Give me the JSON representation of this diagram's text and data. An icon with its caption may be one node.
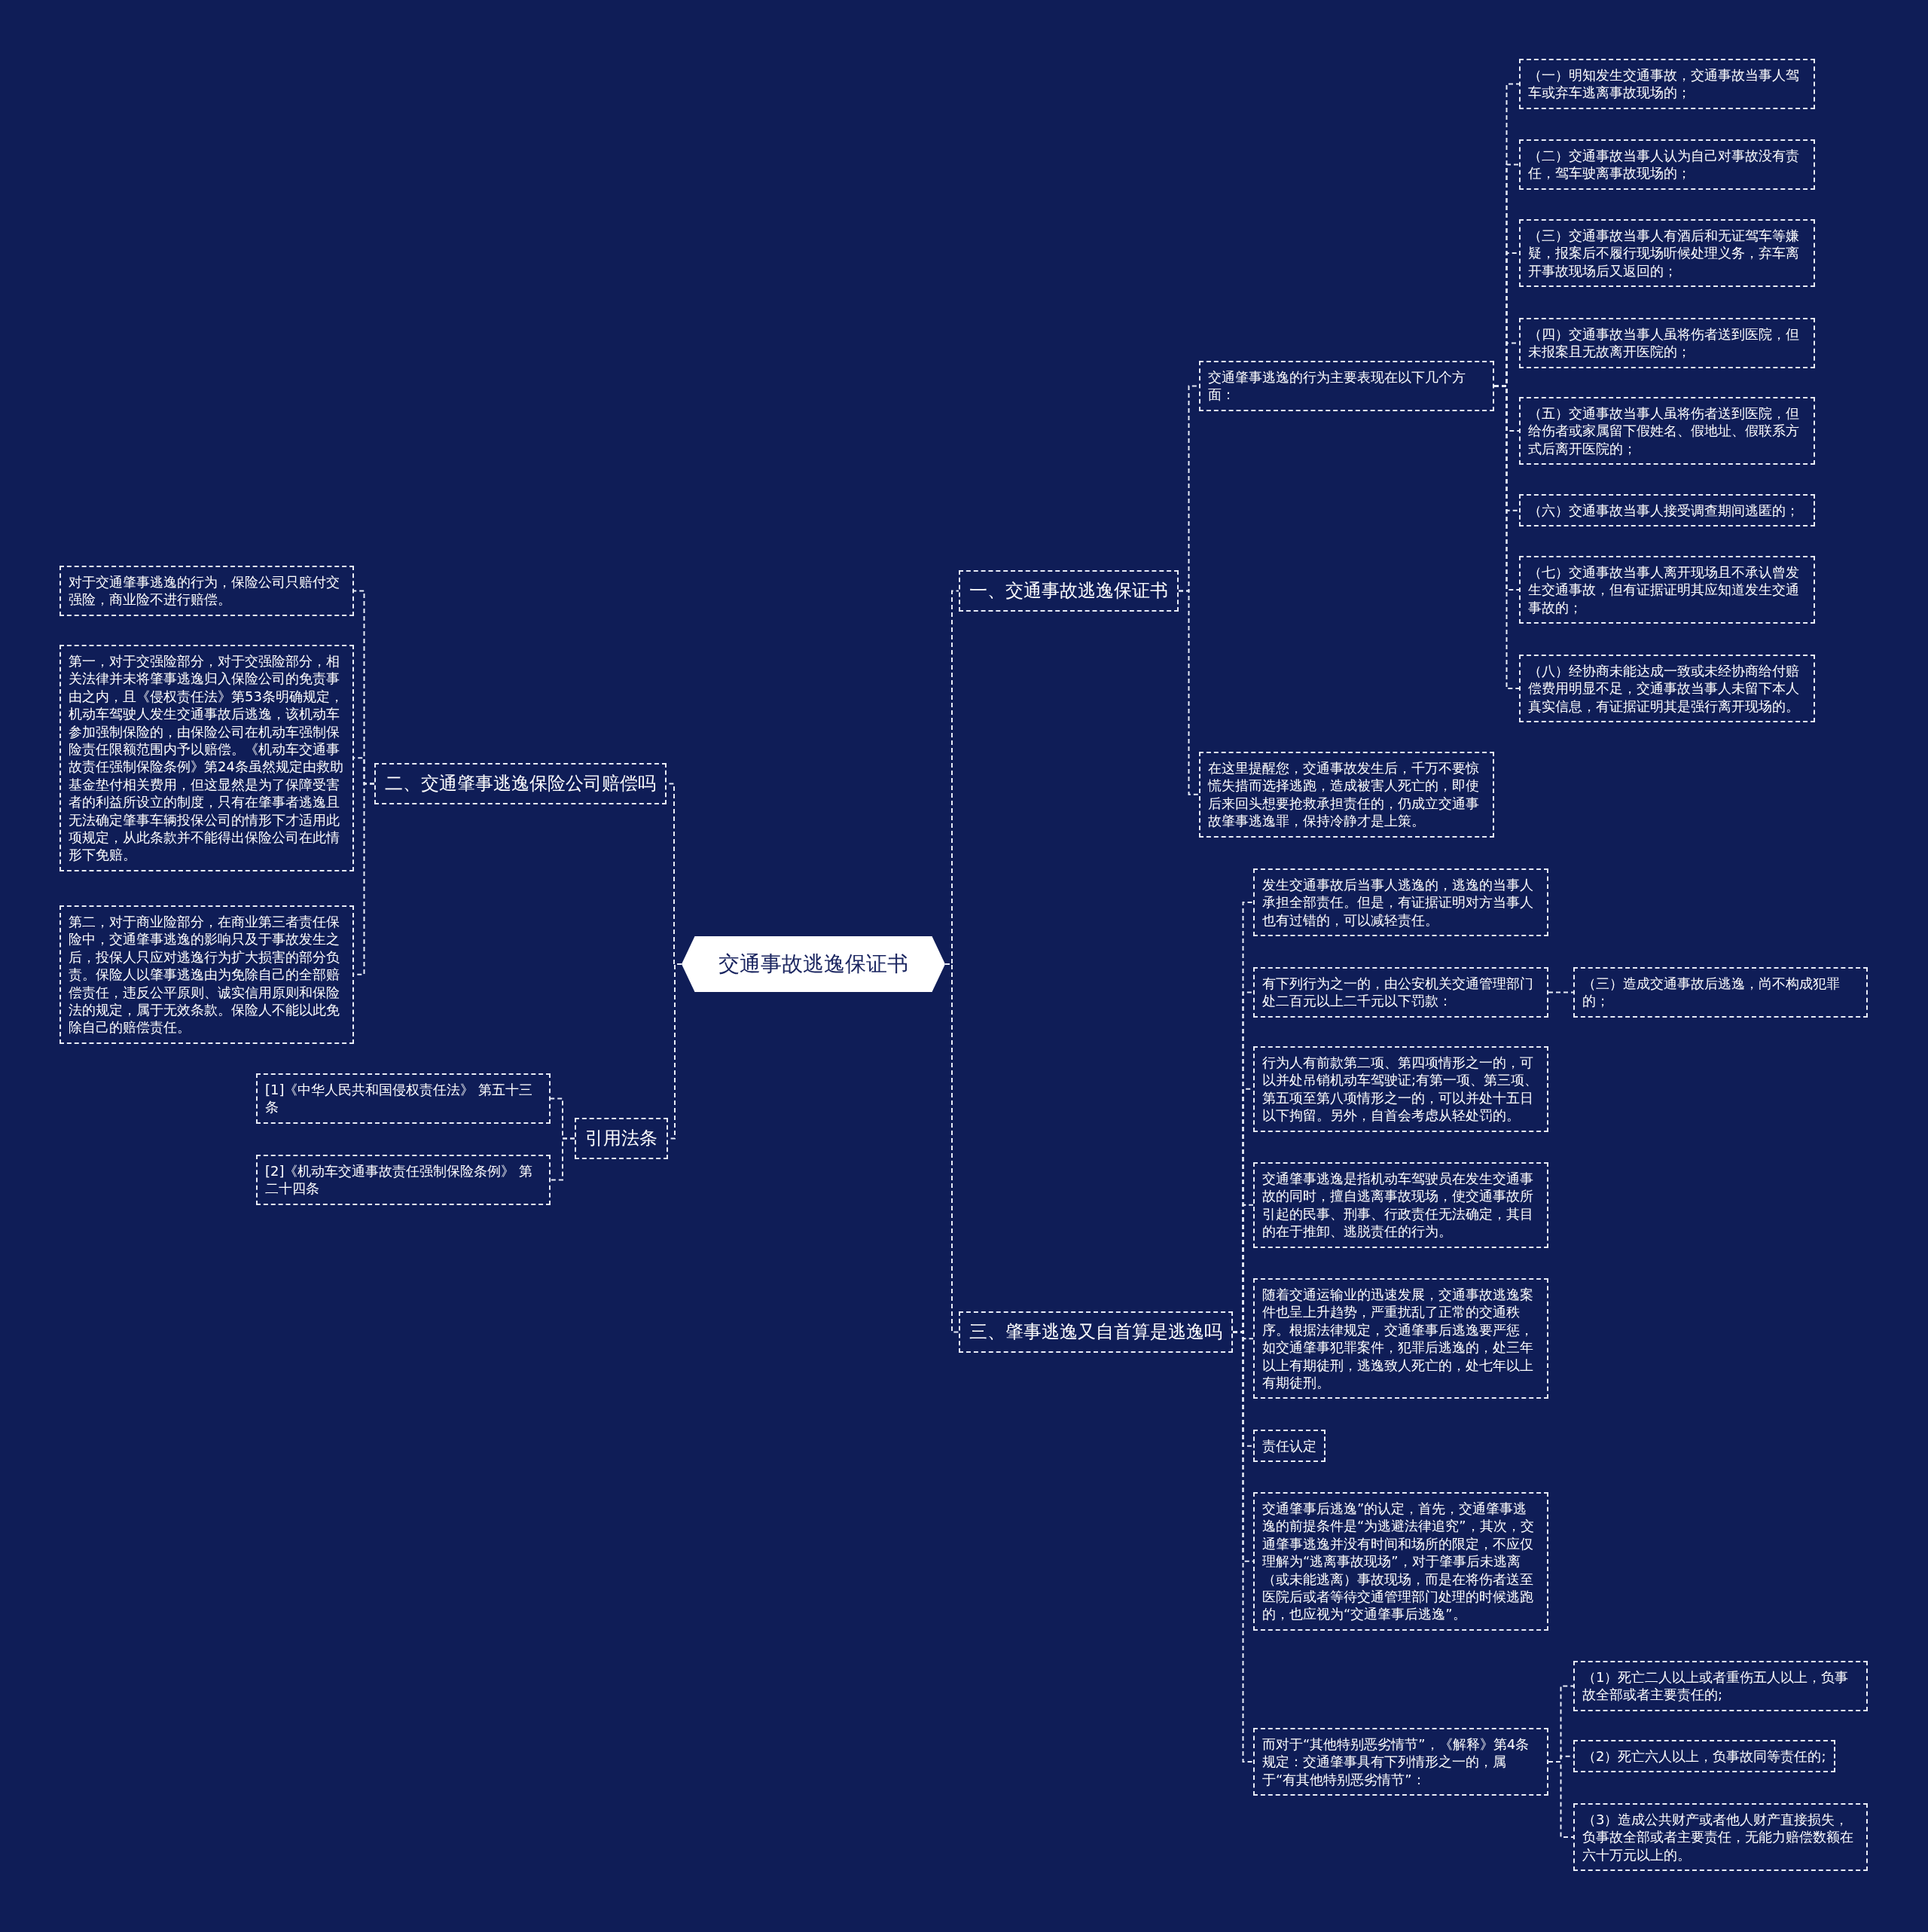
{
  "diagram": {
    "nodes": [
      {
        "text": [
          "交通事故逃逸保证书"
        ]
      },
      {
        "text": [
          "一、交通事故逃逸保证书"
        ]
      },
      {
        "text": [
          "交通肇事逃逸的行为主要表现在以下几个方面："
        ]
      },
      {
        "text": [
          "（一）明知发生交通事故，交通事故当事人驾车或弃车逃离事故现场的；"
        ]
      },
      {
        "text": [
          "（二）交通事故当事人认为自己对事故没有责任，驾车驶离事故现场的；"
        ]
      },
      {
        "text": [
          "（三）交通事故当事人有酒后和无证驾车等嫌疑，报案后不履行现场听候处理义务，弃车离开事故现场后又返回的；"
        ]
      },
      {
        "text": [
          "（四）交通事故当事人虽将伤者送到医院，但未报案且无故离开医院的；"
        ]
      },
      {
        "text": [
          "（五）交通事故当事人虽将伤者送到医院，但给伤者或家属留下假姓名、假地址、假联系方式后离开医院的；"
        ]
      },
      {
        "text": [
          "（六）交通事故当事人接受调查期间逃匿的；"
        ]
      },
      {
        "text": [
          "（七）交通事故当事人离开现场且不承认曾发生交通事故，但有证据证明其应知道发生交通事故的；"
        ]
      },
      {
        "text": [
          "（八）经协商未能达成一致或未经协商给付赔偿费用明显不足，交通事故当事人未留下本人真实信息，有证据证明其是强行离开现场的。"
        ]
      },
      {
        "text": [
          "在这里提醒您，交通事故发生后，千万不要惊慌失措而选择逃跑，造成被害人死亡的，即使后来回头想要抢救承担责任的，仍成立交通事故肇事逃逸罪，保持冷静才是上策。"
        ]
      },
      {
        "text": [
          "三、肇事逃逸又自首算是逃逸吗"
        ]
      },
      {
        "text": [
          "发生交通事故后当事人逃逸的，逃逸的当事人承担全部责任。但是，有证据证明对方当事人也有过错的，可以减轻责任。"
        ]
      },
      {
        "text": [
          "有下列行为之一的，由公安机关交通管理部门处二百元以上二千元以下罚款："
        ]
      },
      {
        "text": [
          "（三）造成交通事故后逃逸，尚不构成犯罪的；"
        ]
      },
      {
        "text": [
          "行为人有前款第二项、第四项情形之一的，可以并处吊销机动车驾驶证;有第一项、第三项、第五项至第八项情形之一的，可以并处十五日以下拘留。另外，自首会考虑从轻处罚的。"
        ]
      },
      {
        "text": [
          "交通肇事逃逸是指机动车驾驶员在发生交通事故的同时，擅自逃离事故现场，使交通事故所引起的民事、刑事、行政责任无法确定，其目的在于推卸、逃脱责任的行为。"
        ]
      },
      {
        "text": [
          "随着交通运输业的迅速发展，交通事故逃逸案件也呈上升趋势，严重扰乱了正常的交通秩序。根据法律规定，交通肇事后逃逸要严惩，如交通肇事犯罪案件，犯罪后逃逸的，处三年以上有期徒刑，逃逸致人死亡的，处七年以上有期徒刑。"
        ]
      },
      {
        "text": [
          "责任认定"
        ]
      },
      {
        "text": [
          "交通肇事后逃逸”的认定，首先，交通肇事逃逸的前提条件是“为逃避法律追究”，其次，交通肇事逃逸并没有时间和场所的限定，不应仅理解为“逃离事故现场”，对于肇事后未逃离（或未能逃离）事故现场，而是在将伤者送至医院后或者等待交通管理部门处理的时候逃跑的，也应视为“交通肇事后逃逸”。"
        ]
      },
      {
        "text": [
          "而对于“其他特别恶劣情节”，《解释》第4条规定：交通肇事具有下列情形之一的，属于“有其他特别恶劣情节”："
        ]
      },
      {
        "text": [
          "（1）死亡二人以上或者重伤五人以上，负事故全部或者主要责任的;"
        ]
      },
      {
        "text": [
          "（2）死亡六人以上，负事故同等责任的;"
        ]
      },
      {
        "text": [
          "（3）造成公共财产或者他人财产直接损失，负事故全部或者主要责任，无能力赔偿数额在六十万元以上的。"
        ]
      },
      {
        "text": [
          "二、交通肇事逃逸保险公司赔偿吗"
        ]
      },
      {
        "text": [
          "对于交通肇事逃逸的行为，保险公司只赔付交强险，商业险不进行赔偿。"
        ]
      },
      {
        "text": [
          "第一，对于交强险部分，对于交强险部分，相关法律并未将肇事逃逸归入保险公司的免责事由之内，且《侵权责任法》第53条明确规定，机动车驾驶人发生交通事故后逃逸，该机动车参加强制保险的，由保险公司在机动车强制保险责任限额范围内予以赔偿。《机动车交通事故责任强制保险条例》第24条虽然规定由救助基金垫付相关费用，但这显然是为了保障受害者的利益所设立的制度，只有在肇事者逃逸且无法确定肇事车辆投保公司的情形下才适用此项规定，从此条款并不能得出保险公司在此情形下免赔。"
        ]
      },
      {
        "text": [
          "第二，对于商业险部分，在商业第三者责任保险中，交通肇事逃逸的影响只及于事故发生之后，投保人只应对逃逸行为扩大损害的部分负责。保险人以肇事逃逸由为免除自己的全部赔偿责任，违反公平原则、诚实信用原则和保险法的规定，属于无效条款。保险人不能以此免除自己的赔偿责任。"
        ]
      },
      {
        "text": [
          "引用法条"
        ]
      },
      {
        "text": [
          "[1]《中华人民共和国侵权责任法》 第五十三条"
        ]
      },
      {
        "text": [
          "[2]《机动车交通事故责任强制保险条例》 第二十四条"
        ]
      }
    ],
    "edges": [
      {
        "from": 0,
        "to": 1,
        "arrow": "none"
      },
      {
        "from": 1,
        "to": 2,
        "arrow": "none"
      },
      {
        "from": 2,
        "to": 3,
        "arrow": "none"
      },
      {
        "from": 2,
        "to": 4,
        "arrow": "none"
      },
      {
        "from": 2,
        "to": 5,
        "arrow": "none"
      },
      {
        "from": 2,
        "to": 6,
        "arrow": "none"
      },
      {
        "from": 2,
        "to": 7,
        "arrow": "none"
      },
      {
        "from": 2,
        "to": 8,
        "arrow": "none"
      },
      {
        "from": 2,
        "to": 9,
        "arrow": "none"
      },
      {
        "from": 2,
        "to": 10,
        "arrow": "none"
      },
      {
        "from": 1,
        "to": 11,
        "arrow": "none"
      },
      {
        "from": 0,
        "to": 12,
        "arrow": "none"
      },
      {
        "from": 12,
        "to": 13,
        "arrow": "none"
      },
      {
        "from": 12,
        "to": 14,
        "arrow": "none"
      },
      {
        "from": 14,
        "to": 15,
        "arrow": "none"
      },
      {
        "from": 12,
        "to": 16,
        "arrow": "none"
      },
      {
        "from": 12,
        "to": 17,
        "arrow": "none"
      },
      {
        "from": 12,
        "to": 18,
        "arrow": "none"
      },
      {
        "from": 12,
        "to": 19,
        "arrow": "none"
      },
      {
        "from": 12,
        "to": 20,
        "arrow": "none"
      },
      {
        "from": 12,
        "to": 21,
        "arrow": "none"
      },
      {
        "from": 21,
        "to": 22,
        "arrow": "none"
      },
      {
        "from": 21,
        "to": 23,
        "arrow": "none"
      },
      {
        "from": 21,
        "to": 24,
        "arrow": "none"
      },
      {
        "from": 0,
        "to": 25,
        "arrow": "none"
      },
      {
        "from": 25,
        "to": 26,
        "arrow": "none"
      },
      {
        "from": 25,
        "to": 27,
        "arrow": "none"
      },
      {
        "from": 25,
        "to": 28,
        "arrow": "none"
      },
      {
        "from": 0,
        "to": 29,
        "arrow": "none"
      },
      {
        "from": 29,
        "to": 30,
        "arrow": "none"
      },
      {
        "from": 29,
        "to": 31,
        "arrow": "none"
      }
    ]
  }
}
